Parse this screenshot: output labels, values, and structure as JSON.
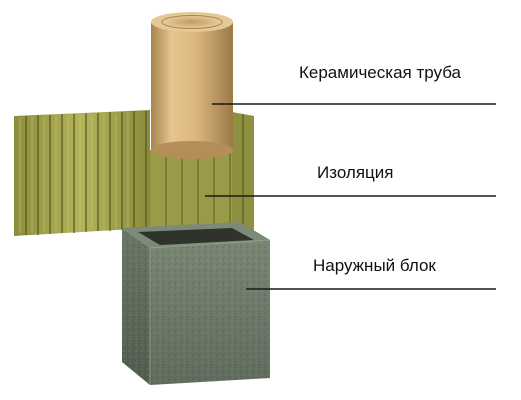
{
  "labels": {
    "pipe": "Керамическая труба",
    "insulation": "Изоляция",
    "outer_block": "Наружный блок"
  },
  "colors": {
    "ceramic": "#d9b57e",
    "insulation": "#a2a34d",
    "block": "#6f7b6a",
    "leader": "#1a1a1a"
  }
}
